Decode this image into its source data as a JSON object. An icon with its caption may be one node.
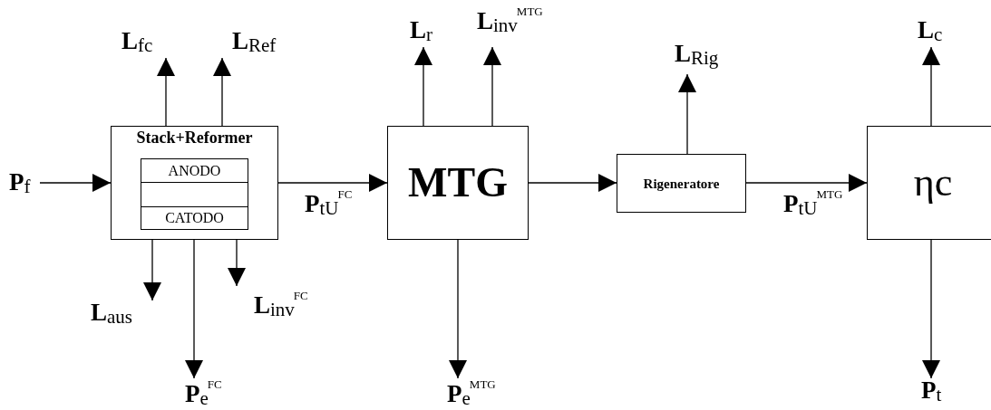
{
  "diagram": {
    "nodes": [
      {
        "text": [
          "Stack+Reformer"
        ]
      },
      {
        "text": [
          "ANODO"
        ],
        "in": 0
      },
      {
        "text": [],
        "shape": "box",
        "in": 0
      },
      {
        "text": [
          "CATODO"
        ],
        "in": 0
      },
      {
        "text": [
          "MTG"
        ]
      },
      {
        "text": [
          "Rigeneratore"
        ]
      },
      {
        "text": [
          "ηc"
        ]
      },
      {
        "text": [
          "**P**$_{f}$"
        ]
      },
      {
        "text": [
          "**L**$_{fc}$"
        ]
      },
      {
        "text": [
          "**L**$_{Ref}$"
        ]
      },
      {
        "text": [
          "**L**$_{aus}$"
        ]
      },
      {
        "text": [
          "**P**$_{e}$$^{FC}$"
        ]
      },
      {
        "text": [
          "**L**$_{inv}$$^{FC}$"
        ]
      },
      {
        "text": [
          "**L**$_{r}$"
        ]
      },
      {
        "text": [
          "**L**$_{inv}$$^{MTG}$"
        ]
      },
      {
        "text": [
          "**P**$_{e}$$^{MTG}$"
        ]
      },
      {
        "text": [
          "**L**$_{Rig}$"
        ]
      },
      {
        "text": [
          "**L**$_{c}$"
        ]
      },
      {
        "text": [
          "**P**$_{t}$"
        ]
      }
    ],
    "edges": [
      {
        "from": 7,
        "to": 0,
        "arrow": "to"
      },
      {
        "from": 0,
        "to": 8,
        "arrow": "to"
      },
      {
        "from": 0,
        "to": 9,
        "arrow": "to"
      },
      {
        "from": 0,
        "to": 10,
        "arrow": "to"
      },
      {
        "from": 0,
        "to": 11,
        "arrow": "to"
      },
      {
        "from": 0,
        "to": 12,
        "arrow": "to"
      },
      {
        "from": 0,
        "to": 4,
        "arrow": "to",
        "label": "**P**$_{tU}$$^{FC}$"
      },
      {
        "from": 4,
        "to": 13,
        "arrow": "to"
      },
      {
        "from": 4,
        "to": 14,
        "arrow": "to"
      },
      {
        "from": 4,
        "to": 15,
        "arrow": "to"
      },
      {
        "from": 4,
        "to": 5,
        "arrow": "to"
      },
      {
        "from": 5,
        "to": 16,
        "arrow": "to"
      },
      {
        "from": 5,
        "to": 6,
        "arrow": "to",
        "label": "**P**$_{tU}$$^{MTG}$"
      },
      {
        "from": 6,
        "to": 17,
        "arrow": "to"
      },
      {
        "from": 6,
        "to": 18,
        "arrow": "to"
      }
    ]
  }
}
